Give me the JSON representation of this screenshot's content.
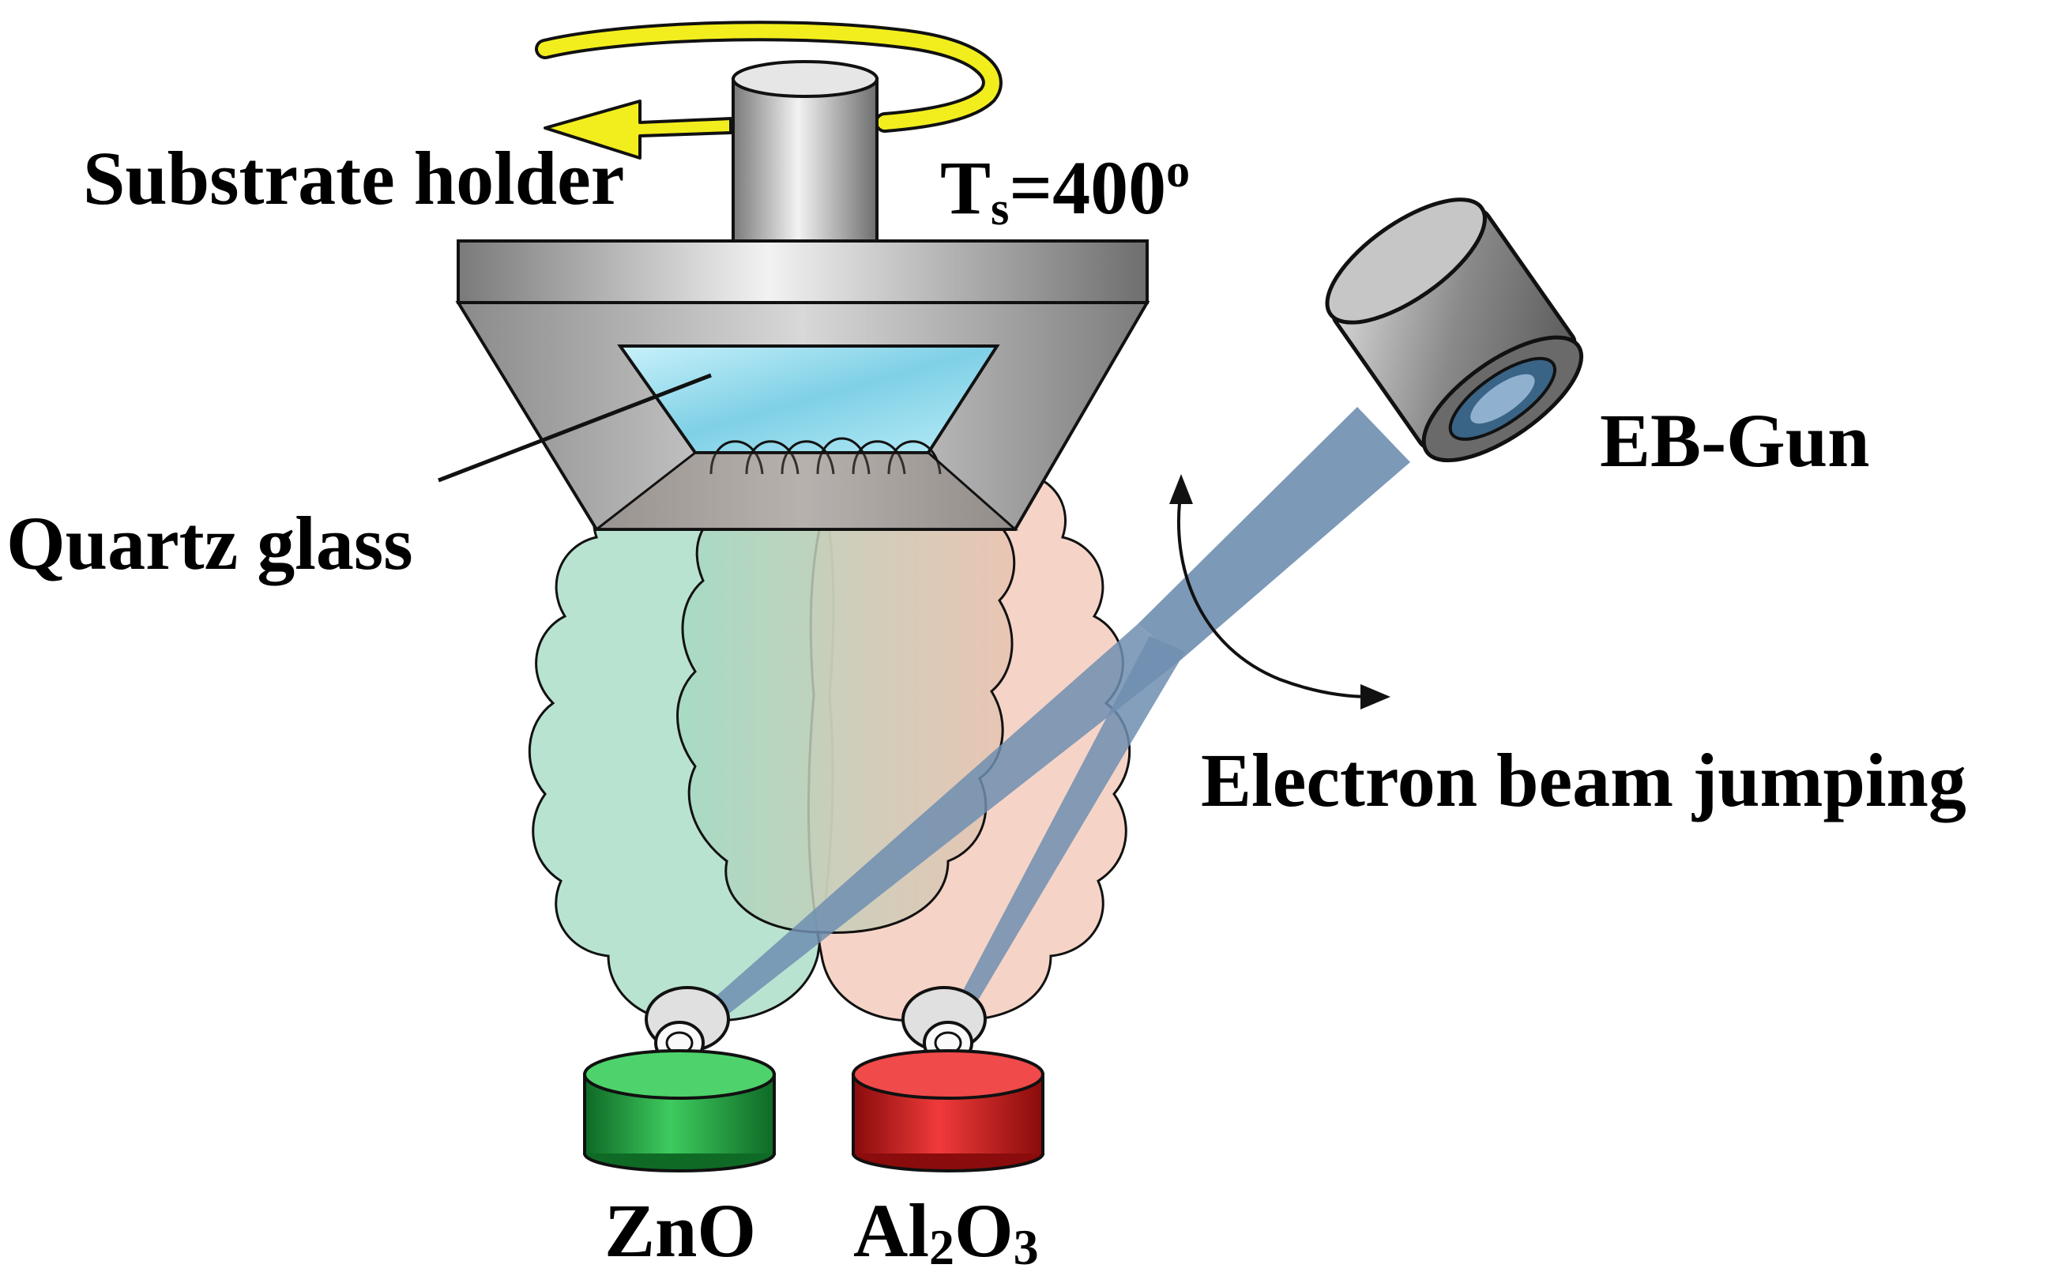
{
  "labels": {
    "substrate_holder": "Substrate holder",
    "temperature_symbol": "T",
    "temperature_subscript": "s",
    "temperature_value": "=400",
    "temperature_superscript": "o",
    "quartz_glass": "Quartz glass",
    "eb_gun": "EB-Gun",
    "electron_beam_jumping": "Electron beam jumping",
    "zno": "ZnO",
    "al2o3_al": "Al",
    "al2o3_sub2": "2",
    "al2o3_o": "O",
    "al2o3_sub3": "3"
  },
  "colors": {
    "rotation_arrow": "#f2ee1e",
    "metal_gray": "#9a9a9a",
    "quartz": "#8fd8ea",
    "beam": "#6f8eb0",
    "zno_vapor": "#a8dcc6",
    "al2o3_vapor": "#f2c6b4",
    "zno_crucible": "#1f9a3e",
    "al2o3_crucible": "#d42222"
  },
  "icons": {
    "rotation": "rotation-arrow-icon",
    "jump": "double-headed-curved-arrow-icon"
  }
}
